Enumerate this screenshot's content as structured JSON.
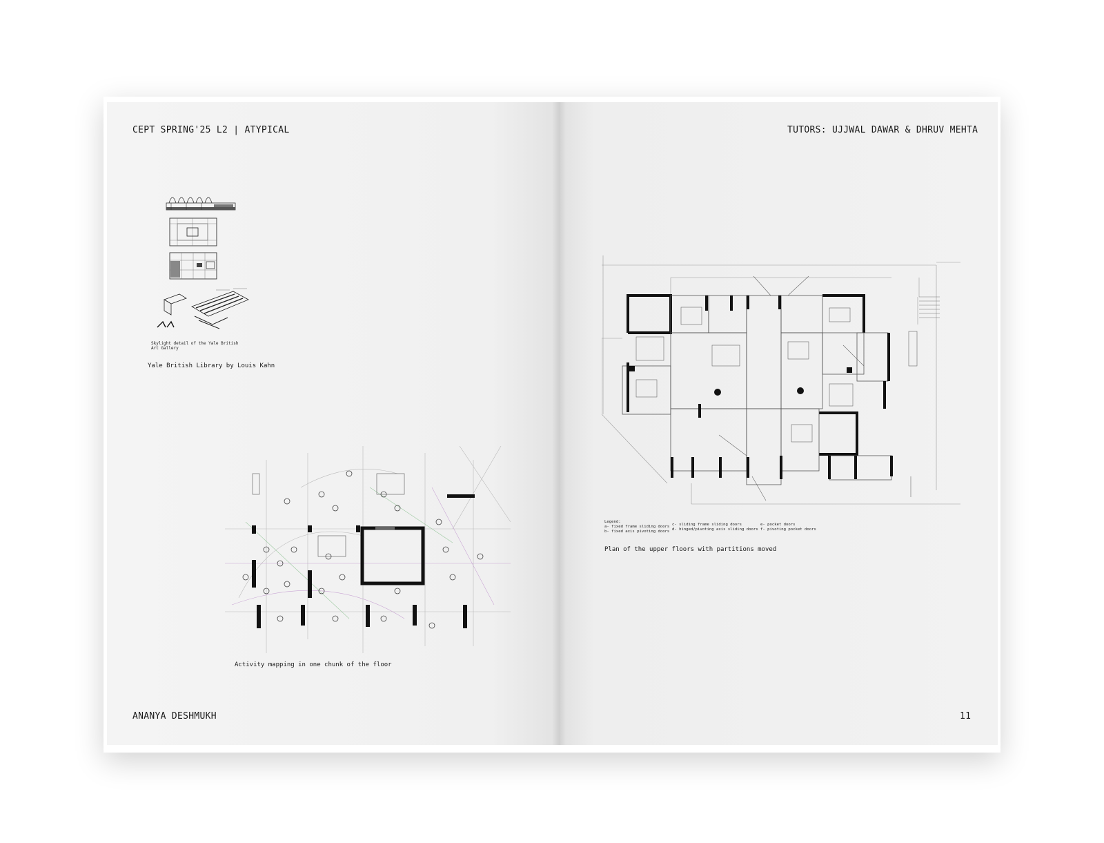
{
  "left_page": {
    "header": "CEPT SPRING'25 L2 | ATYPICAL",
    "skylight_caption": "Skylight detail of the Yale British Art Gallery",
    "yale_caption": "Yale British Library by Louis Kahn",
    "activity_caption": "Activity mapping in one chunk of the floor",
    "footer_name": "ANANYA DESHMUKH"
  },
  "right_page": {
    "header": "TUTORS: UJJWAL DAWAR & DHRUV MEHTA",
    "legend": {
      "title": "Legend:",
      "a": "a- fixed frame sliding doors",
      "b": "b- fixed axis pivoting doors",
      "c": "c- sliding frame sliding doors",
      "d": "d- hinged/pivoting axis sliding doors",
      "e": "e- pocket doors",
      "f": "f- pivoting pocket doors"
    },
    "plan_caption": "Plan of the upper floors with partitions moved",
    "page_number": "11"
  }
}
